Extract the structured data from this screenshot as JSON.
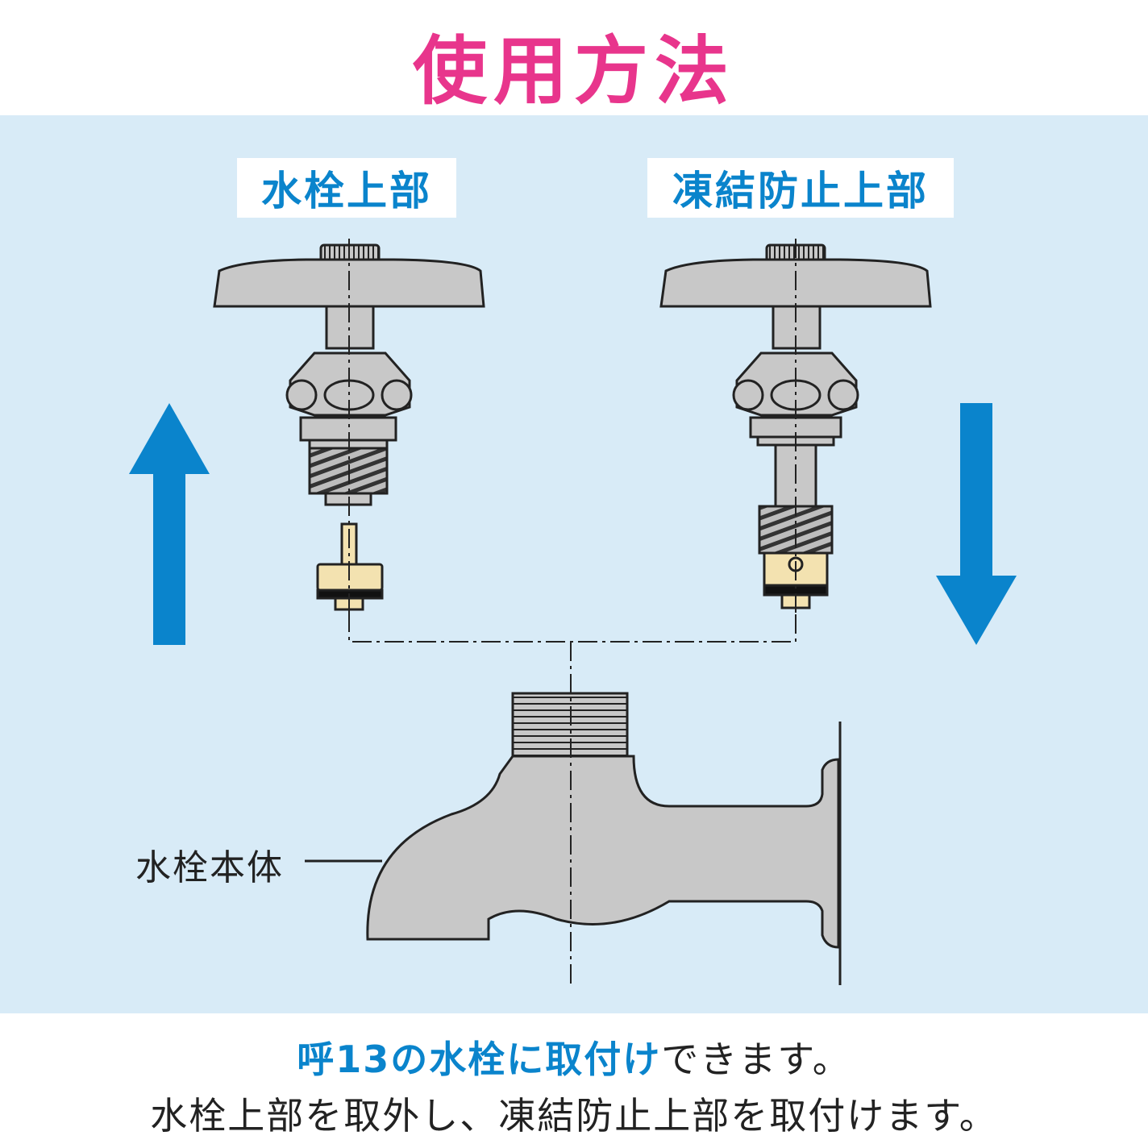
{
  "title": "使用方法",
  "labels": {
    "upper_faucet": "水栓上部",
    "antifreeze_upper": "凍結防止上部",
    "faucet_body": "水栓本体"
  },
  "caption": {
    "line1_emphasis": "呼13の水栓に取付け",
    "line1_rest": "できます。",
    "line2": "水栓上部を取外し、凍結防止上部を取付けます。"
  },
  "colors": {
    "title": "#e8358c",
    "label_text": "#0a84cc",
    "arrow": "#0a84cc",
    "panel_bg": "#d8ebf7",
    "part_gray": "#c8c8c8",
    "brass": "#f3e2b0"
  },
  "icons": {
    "left_arrow": "arrow-up-icon",
    "right_arrow": "arrow-down-icon"
  }
}
